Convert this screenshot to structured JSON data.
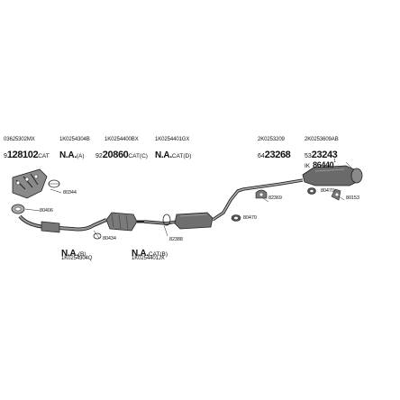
{
  "colors": {
    "part_fill": "#6f6f6f",
    "part_dark": "#3a3a3a",
    "line": "#222222",
    "background": "#ffffff"
  },
  "groups": [
    {
      "ref": "03625302MX",
      "qty": "9",
      "num": "1",
      "text": "28102",
      "suffix": "CAT"
    },
    {
      "ref": "1K0254304B",
      "na": "N.A.",
      "suffix": "(A)"
    },
    {
      "ref": "1K0254400BX",
      "qty": "92",
      "text": "20860",
      "suffix": "CAT(C)"
    },
    {
      "ref": "1K0254401GX",
      "na": "N.A.",
      "suffix": "CAT(D)"
    },
    {
      "ref": "2K0253209",
      "qty": "64",
      "text": "23268"
    },
    {
      "ref": "2K0253609AB",
      "qty": "53",
      "text": "23243"
    },
    {
      "ref": "IK",
      "text": "86440",
      "suffix": "1"
    }
  ],
  "bottom_groups": [
    {
      "na": "N.A.",
      "suffix": "(B)",
      "ref": "1K0254304Q"
    },
    {
      "na": "N.A.",
      "suffix": "CAT(B)",
      "ref": "1K0254401JX"
    }
  ],
  "codes": [
    "80344",
    "80406",
    "80434",
    "82388",
    "80470",
    "82369",
    "80470",
    "80153"
  ]
}
